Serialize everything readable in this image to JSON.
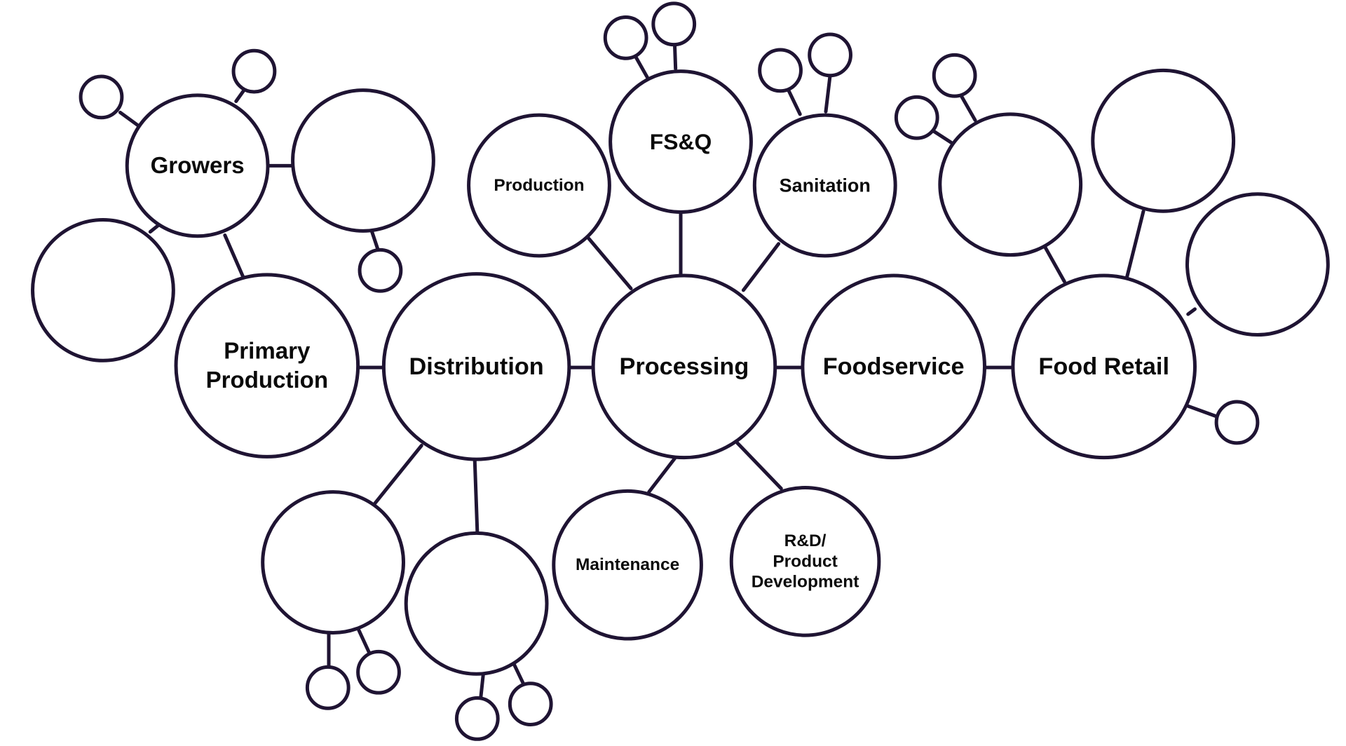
{
  "colors": {
    "stroke": "#1f1433",
    "fill": "#ffffff",
    "text": "#0a0a0a"
  },
  "nodes": [
    {
      "id": "growers",
      "lines": [
        "Growers"
      ]
    },
    {
      "id": "growers-empty",
      "lines": []
    },
    {
      "id": "growers-left-empty",
      "lines": []
    },
    {
      "id": "primary-production",
      "lines": [
        "Primary",
        "Production"
      ]
    },
    {
      "id": "distribution",
      "lines": [
        "Distribution"
      ]
    },
    {
      "id": "processing",
      "lines": [
        "Processing"
      ]
    },
    {
      "id": "foodservice",
      "lines": [
        "Foodservice"
      ]
    },
    {
      "id": "food-retail",
      "lines": [
        "Food Retail"
      ]
    },
    {
      "id": "production",
      "lines": [
        "Production"
      ]
    },
    {
      "id": "fsq",
      "lines": [
        "FS&Q"
      ]
    },
    {
      "id": "sanitation",
      "lines": [
        "Sanitation"
      ]
    },
    {
      "id": "retail-top-left-empty",
      "lines": []
    },
    {
      "id": "retail-top-empty",
      "lines": []
    },
    {
      "id": "retail-right-empty",
      "lines": []
    },
    {
      "id": "distribution-left-empty",
      "lines": []
    },
    {
      "id": "distribution-right-empty",
      "lines": []
    },
    {
      "id": "maintenance",
      "lines": [
        "Maintenance"
      ]
    },
    {
      "id": "rd-product-development",
      "lines": [
        "R&D/",
        "Product",
        "Development"
      ]
    }
  ]
}
